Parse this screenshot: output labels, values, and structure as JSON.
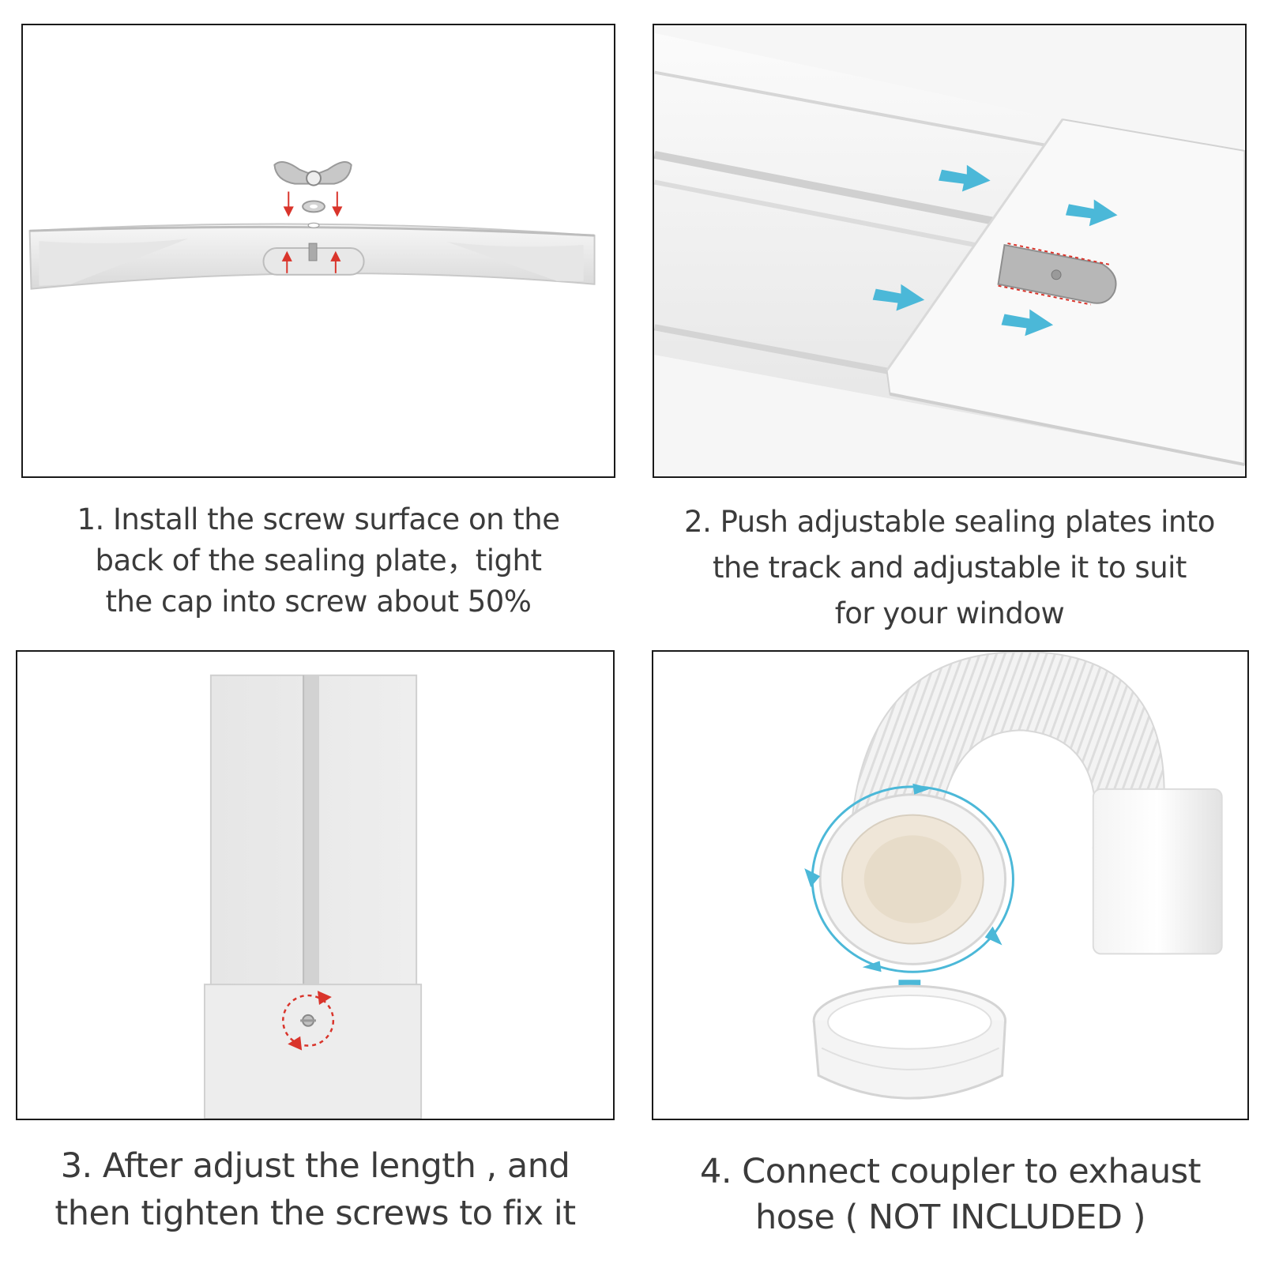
{
  "steps": [
    {
      "caption_lines": [
        "1. Install the screw surface on the",
        "back of the sealing plate，tight",
        "the cap into screw about 50%"
      ]
    },
    {
      "caption_lines": [
        "2. Push adjustable sealing plates into",
        "the track and adjustable it to suit",
        "for your window"
      ]
    },
    {
      "caption_lines": [
        "3.  After adjust the length , and",
        "then tighten the screws to fix it"
      ]
    },
    {
      "caption_lines": [
        "4. Connect coupler to exhaust",
        "hose ( NOT INCLUDED )"
      ]
    }
  ],
  "colors": {
    "arrow_blue": "#4bb8d8",
    "arrow_red": "#d9342b",
    "panel_border": "#1a1a1a",
    "plastic_white": "#f2f2f2",
    "caption_text": "#3b3b3b"
  }
}
